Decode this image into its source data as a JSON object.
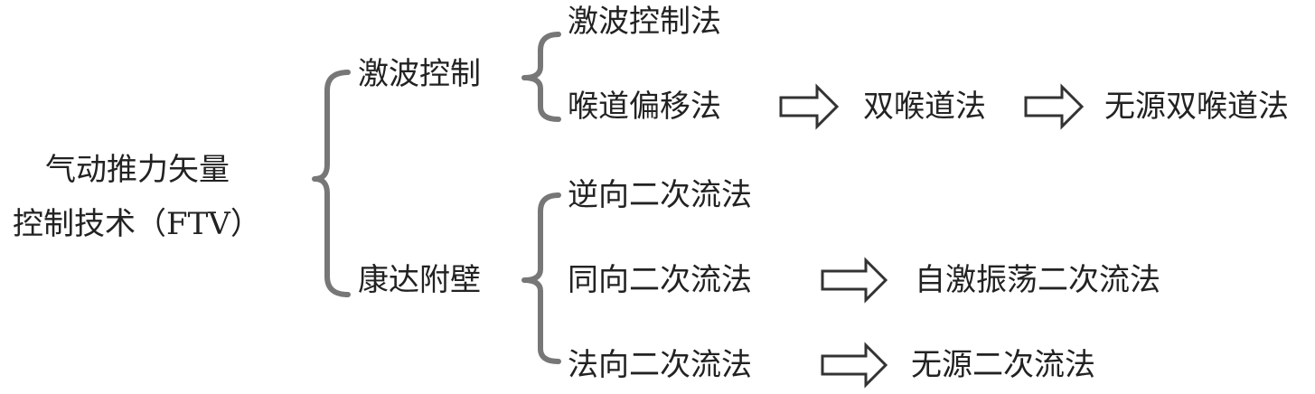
{
  "root": {
    "line1": "气动推力矢量",
    "line2": "控制技术（FTV）"
  },
  "branches": {
    "shock": {
      "label": "激波控制",
      "items": {
        "shock_control_method": "激波控制法",
        "throat_shift_method": "喉道偏移法",
        "dual_throat_method": "双喉道法",
        "passive_dual_throat_method": "无源双喉道法"
      }
    },
    "coanda": {
      "label": "康达附壁",
      "items": {
        "counter_flow": "逆向二次流法",
        "co_flow": "同向二次流法",
        "self_excited_oscillation": "自激振荡二次流法",
        "normal_flow": "法向二次流法",
        "passive_secondary_flow": "无源二次流法"
      }
    }
  },
  "colors": {
    "bracket": "#777777",
    "arrow_stroke": "#333333",
    "text": "#222222"
  }
}
